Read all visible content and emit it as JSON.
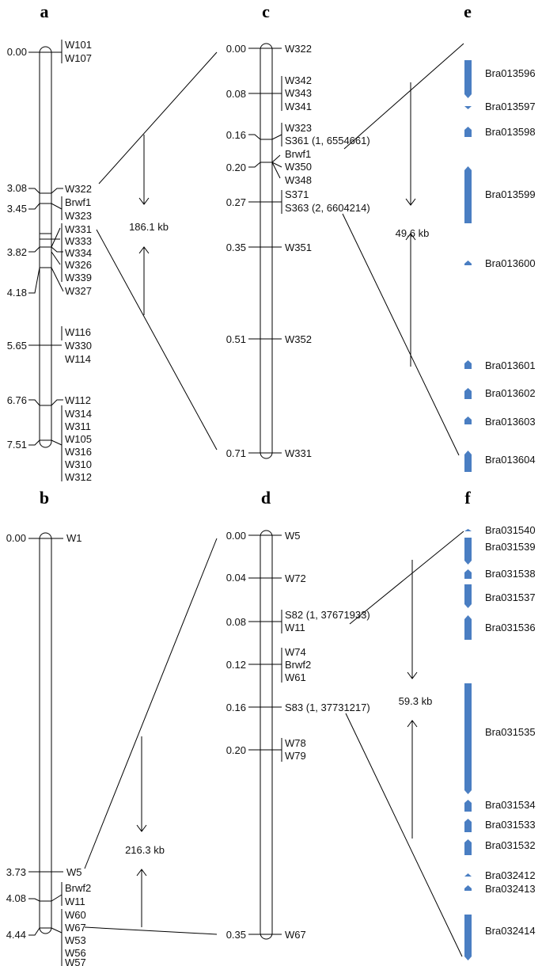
{
  "colors": {
    "gene": "#4a7ec2",
    "line": "#000000"
  },
  "panels": [
    {
      "id": "a",
      "label": "a"
    },
    {
      "id": "b",
      "label": "b"
    },
    {
      "id": "c",
      "label": "c"
    },
    {
      "id": "d",
      "label": "d"
    },
    {
      "id": "e",
      "label": "e"
    },
    {
      "id": "f",
      "label": "f"
    }
  ],
  "maps": {
    "a": {
      "positions": [
        "0.00",
        "3.08",
        "3.45",
        "3.82",
        "4.18",
        "5.65",
        "6.76",
        "7.51"
      ],
      "groups": [
        {
          "pos": "0.00",
          "markers": [
            "W101",
            "W107"
          ]
        },
        {
          "pos": "3.08",
          "markers": [
            "W322"
          ]
        },
        {
          "pos": "3.45",
          "markers": [
            "Brwf1",
            "W323"
          ]
        },
        {
          "pos": "3.82",
          "markers": [
            "W331",
            "W333",
            "W334",
            "W326",
            "W339"
          ]
        },
        {
          "pos": "4.18",
          "markers": [
            "W327"
          ]
        },
        {
          "pos": "5.65",
          "markers": [
            "W116",
            "W330",
            "W114"
          ]
        },
        {
          "pos": "6.76",
          "markers": [
            "W112"
          ]
        },
        {
          "pos": "7.51",
          "markers": [
            "W314",
            "W311",
            "W105",
            "W316",
            "W310",
            "W312"
          ]
        }
      ],
      "interval": "186.1 kb"
    },
    "b": {
      "positions": [
        "0.00",
        "3.73",
        "4.08",
        "4.44"
      ],
      "groups": [
        {
          "pos": "0.00",
          "markers": [
            "W1"
          ]
        },
        {
          "pos": "3.73",
          "markers": [
            "W5"
          ]
        },
        {
          "pos": "4.08",
          "markers": [
            "Brwf2",
            "W11"
          ]
        },
        {
          "pos": "4.44",
          "markers": [
            "W60",
            "W67",
            "W53",
            "W56",
            "W57"
          ]
        }
      ],
      "interval": "216.3 kb"
    },
    "c": {
      "positions": [
        "0.00",
        "0.08",
        "0.16",
        "0.20",
        "0.27",
        "0.35",
        "0.51",
        "0.71"
      ],
      "groups": [
        {
          "pos": "0.00",
          "markers": [
            "W322"
          ]
        },
        {
          "pos": "0.08",
          "markers": [
            "W342",
            "W343",
            "W341"
          ]
        },
        {
          "pos": "0.16",
          "markers": [
            "W323",
            "S361 (1, 6554661)"
          ]
        },
        {
          "pos": "0.20",
          "markers": [
            "Brwf1",
            "W350",
            "W348"
          ]
        },
        {
          "pos": "0.27",
          "markers": [
            "S371",
            "S363 (2, 6604214)"
          ]
        },
        {
          "pos": "0.35",
          "markers": [
            "W351"
          ]
        },
        {
          "pos": "0.51",
          "markers": [
            "W352"
          ]
        },
        {
          "pos": "0.71",
          "markers": [
            "W331"
          ]
        }
      ],
      "interval": "49.6 kb"
    },
    "d": {
      "positions": [
        "0.00",
        "0.04",
        "0.08",
        "0.12",
        "0.16",
        "0.20",
        "0.35"
      ],
      "groups": [
        {
          "pos": "0.00",
          "markers": [
            "W5"
          ]
        },
        {
          "pos": "0.04",
          "markers": [
            "W72"
          ]
        },
        {
          "pos": "0.08",
          "markers": [
            "S82 (1, 37671933)",
            "W11"
          ]
        },
        {
          "pos": "0.12",
          "markers": [
            "W74",
            "Brwf2",
            "W61"
          ]
        },
        {
          "pos": "0.16",
          "markers": [
            "S83 (1, 37731217)"
          ]
        },
        {
          "pos": "0.20",
          "markers": [
            "W78",
            "W79"
          ]
        },
        {
          "pos": "0.35",
          "markers": [
            "W67"
          ]
        }
      ],
      "interval": "59.3 kb"
    }
  },
  "genes": {
    "e": [
      "Bra013596",
      "Bra013597",
      "Bra013598",
      "Bra013599",
      "Bra013600",
      "Bra013601",
      "Bra013602",
      "Bra013603",
      "Bra013604"
    ],
    "f": [
      "Bra031540",
      "Bra031539",
      "Bra031538",
      "Bra031537",
      "Bra031536",
      "Bra031535",
      "Bra031534",
      "Bra031533",
      "Bra031532",
      "Bra032412",
      "Bra032413",
      "Bra032414"
    ]
  }
}
